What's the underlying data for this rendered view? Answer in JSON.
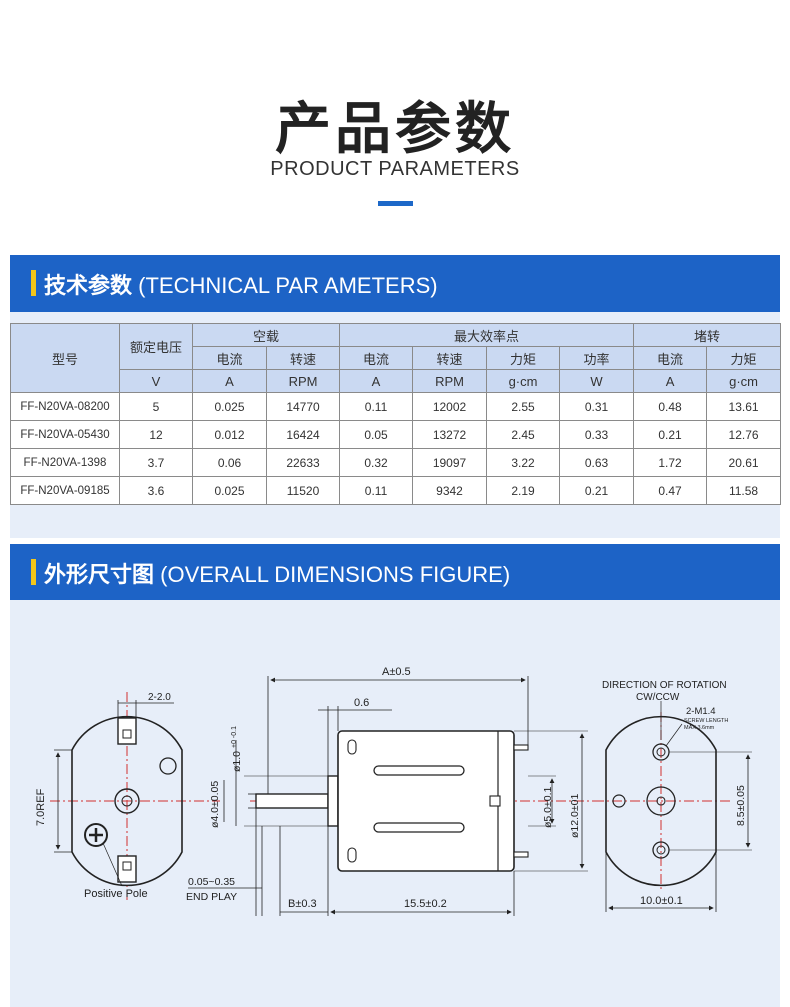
{
  "hero": {
    "title": "产品参数",
    "subtitle": "PRODUCT PARAMETERS"
  },
  "section_technical": {
    "title_cn": "技术参数",
    "title_en": " (TECHNICAL PAR AMETERS)"
  },
  "section_dimensions": {
    "title_cn": "外形尺寸图",
    "title_en": " (OVERALL DIMENSIONS FIGURE)"
  },
  "table": {
    "col_model": "型号",
    "col_voltage": "额定电压",
    "group_noload": "空载",
    "group_maxeff": "最大效率点",
    "group_stall": "堵转",
    "sub_current": "电流",
    "sub_speed": "转速",
    "sub_torque": "力矩",
    "sub_power": "功率",
    "units": {
      "voltage": "V",
      "noload_current": "A",
      "noload_speed": "RPM",
      "maxeff_current": "A",
      "maxeff_speed": "RPM",
      "maxeff_torque": "g·cm",
      "maxeff_power": "W",
      "stall_current": "A",
      "stall_torque": "g·cm"
    },
    "rows": [
      [
        "FF-N20VA-08200",
        "5",
        "0.025",
        "14770",
        "0.11",
        "12002",
        "2.55",
        "0.31",
        "0.48",
        "13.61"
      ],
      [
        "FF-N20VA-05430",
        "12",
        "0.012",
        "16424",
        "0.05",
        "13272",
        "2.45",
        "0.33",
        "0.21",
        "12.76"
      ],
      [
        "FF-N20VA-1398",
        "3.7",
        "0.06",
        "22633",
        "0.32",
        "19097",
        "3.22",
        "0.63",
        "1.72",
        "20.61"
      ],
      [
        "FF-N20VA-09185",
        "3.6",
        "0.025",
        "11520",
        "0.11",
        "9342",
        "2.19",
        "0.21",
        "0.47",
        "11.58"
      ]
    ]
  },
  "drawing": {
    "dim_a": "A±0.5",
    "dim_06": "0.6",
    "dim_2_20": "2-2.0",
    "dim_7ref": "7.0REF",
    "dim_shaft1": "ø1.0",
    "dim_shaft1_tol": "+0 -0.1",
    "dim_shaft4": "ø4.0±0.05",
    "dim_boss": "ø5.0±0.1",
    "dim_body": "ø12.0±01",
    "dim_endplay": "0.05~0.35",
    "label_endplay": "END PLAY",
    "dim_b": "B±0.3",
    "dim_155": "15.5±0.2",
    "dim_10": "10.0±0.1",
    "dim_85": "8.5±0.05",
    "label_positive": "Positive Pole",
    "label_rotation": "DIRECTION OF ROTATION",
    "label_cwccw": "CW/CCW",
    "label_screw": "2-M1.4",
    "label_screw_len1": "SCREW LENGTH",
    "label_screw_len2": "MAX 3.6mm"
  },
  "colors": {
    "accent_blue": "#1d63c6",
    "accent_yellow": "#f3c61a",
    "header_cell": "#cad9f2",
    "panel_bg": "#e7eef9",
    "centerline_red": "#d03030"
  }
}
